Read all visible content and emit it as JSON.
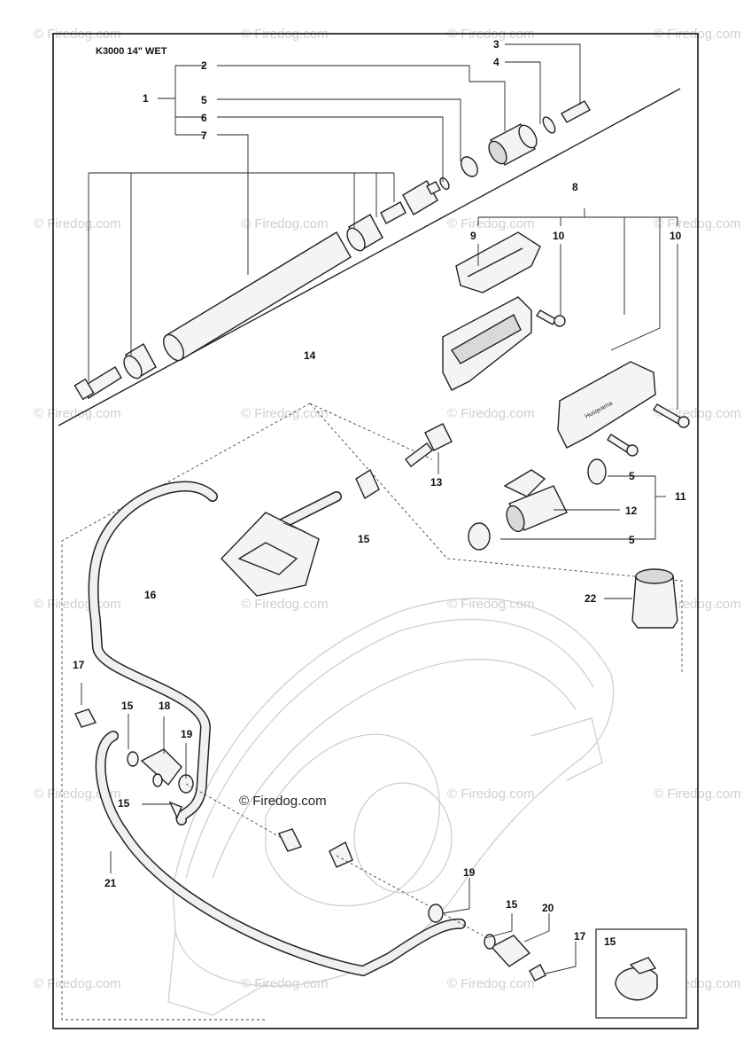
{
  "title": "K3000 14\" WET",
  "watermark": "© Firedog.com",
  "center_watermark": "© Firedog.com",
  "callouts": {
    "c1": "1",
    "c2": "2",
    "c3": "3",
    "c4": "4",
    "c5a": "5",
    "c5b": "5",
    "c5c": "5",
    "c6": "6",
    "c7": "7",
    "c8": "8",
    "c9": "9",
    "c10a": "10",
    "c10b": "10",
    "c11": "11",
    "c12": "12",
    "c13": "13",
    "c14": "14",
    "c15a": "15",
    "c15b": "15",
    "c15c": "15",
    "c15d": "15",
    "c16": "16",
    "c17a": "17",
    "c17b": "17",
    "c18": "18",
    "c19a": "19",
    "c19b": "19",
    "c20": "20",
    "c21": "21",
    "c22": "22"
  },
  "inset_label": "15"
}
